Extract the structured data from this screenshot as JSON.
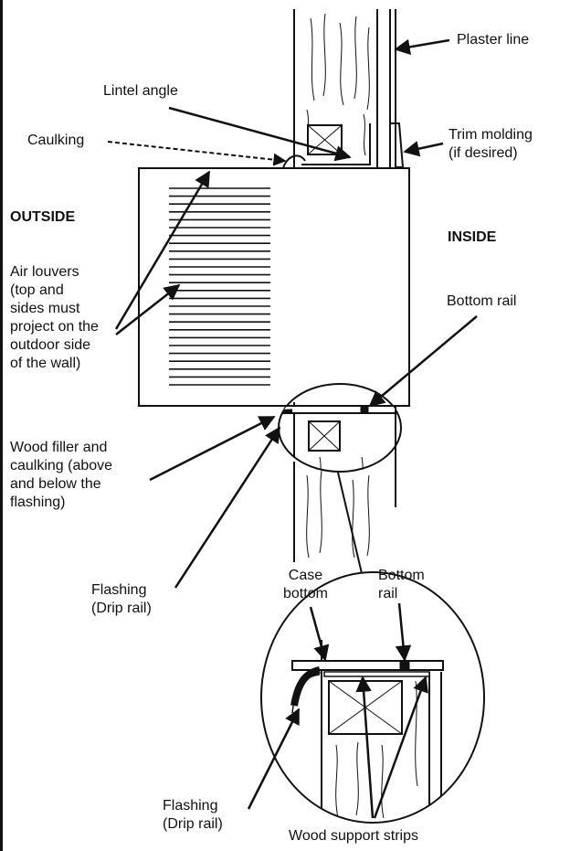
{
  "labels": {
    "plaster_line": "Plaster line",
    "lintel_angle": "Lintel angle",
    "caulking": "Caulking",
    "trim_molding": [
      "Trim molding",
      "(if desired)"
    ],
    "outside": "OUTSIDE",
    "inside": "INSIDE",
    "air_louvers": [
      "Air louvers",
      "(top and",
      "sides must",
      "project on the",
      "outdoor side",
      "of the wall)"
    ],
    "bottom_rail_top": "Bottom rail",
    "wood_filler": [
      "Wood filler and",
      "caulking (above",
      "and below the",
      "flashing)"
    ],
    "flashing_upper": [
      "Flashing",
      "(Drip rail)"
    ],
    "case_bottom": [
      "Case",
      "bottom"
    ],
    "bottom_rail_detail": [
      "Bottom",
      "rail"
    ],
    "flashing_lower": [
      "Flashing",
      "(Drip rail)"
    ],
    "wood_support_strips": "Wood support strips"
  },
  "colors": {
    "ink": "#111111",
    "background": "#ffffff"
  }
}
